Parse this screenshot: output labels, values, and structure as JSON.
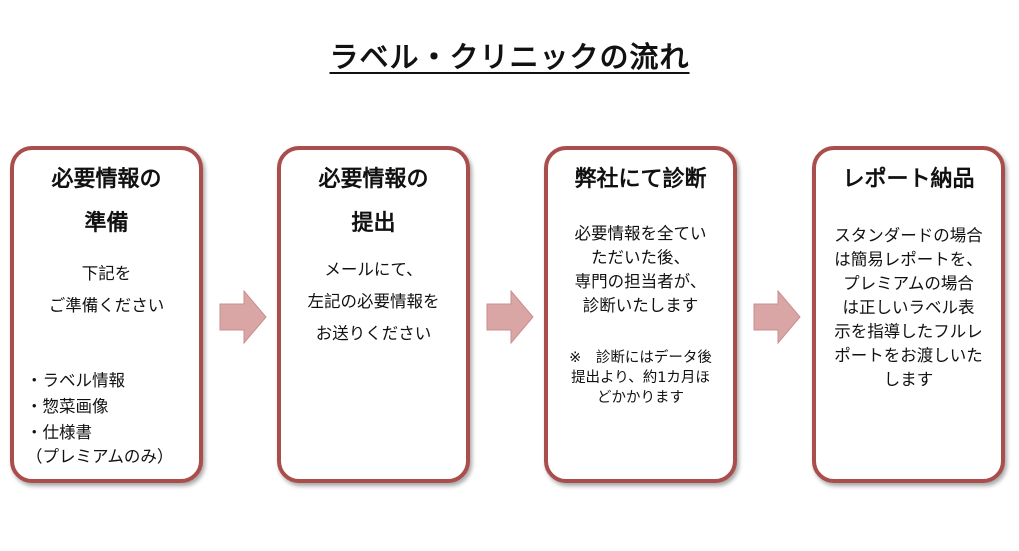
{
  "title": "ラベル・クリニックの流れ",
  "colors": {
    "box_border": "#a94d4d",
    "arrow": "#d9a5a5"
  },
  "steps": [
    {
      "heading": "必要情報の\n準備",
      "body": "下記を\nご準備ください",
      "list": [
        "・ラベル情報",
        "・惣菜画像",
        "・仕様書",
        "（プレミアムのみ）"
      ]
    },
    {
      "heading": "必要情報の\n提出",
      "body": "メールにて、\n左記の必要情報を\nお送りください"
    },
    {
      "heading": "弊社にて診断",
      "body": "必要情報を全てい\nただいた後、\n専門の担当者が、\n診断いたします",
      "note": "※　診断にはデータ後\n提出より、約1カ月ほ\nどかかります"
    },
    {
      "heading": "レポート納品",
      "body": "スタンダードの場合\nは簡易レポートを、\nプレミアムの場合\nは正しいラベル表\n示を指導したフルレ\nポートをお渡しいた\nします"
    }
  ]
}
